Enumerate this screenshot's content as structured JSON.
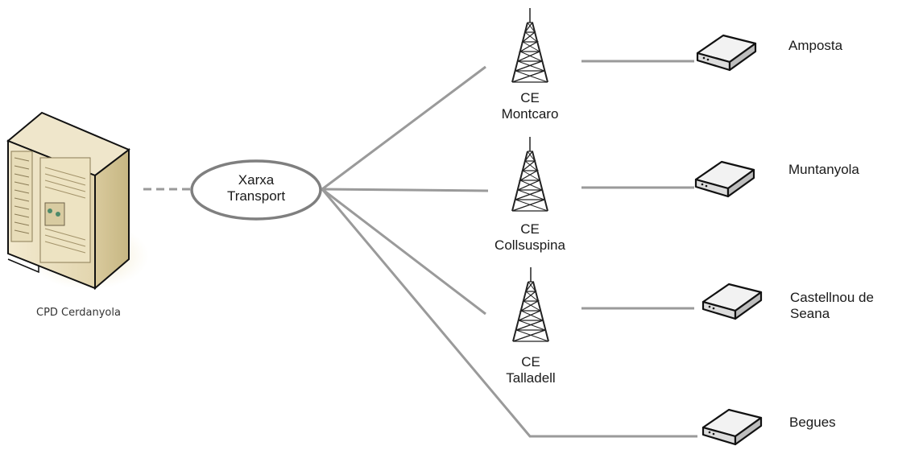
{
  "server": {
    "label": "CPD Cerdanyola",
    "icon": "server-tower-icon"
  },
  "network": {
    "line1": "Xarxa",
    "line2": "Transport"
  },
  "centers": [
    {
      "line1": "CE",
      "line2": "Montcaro",
      "icon": "radio-tower-icon"
    },
    {
      "line1": "CE",
      "line2": "Collsuspina",
      "icon": "radio-tower-icon"
    },
    {
      "line1": "CE",
      "line2": "Talladell",
      "icon": "radio-tower-icon"
    }
  ],
  "sites": [
    {
      "line1": "Amposta",
      "line2": "",
      "icon": "router-device-icon"
    },
    {
      "line1": "Muntanyola",
      "line2": "",
      "icon": "router-device-icon"
    },
    {
      "line1": "Castellnou de",
      "line2": "Seana",
      "icon": "router-device-icon"
    },
    {
      "line1": "Begues",
      "line2": "",
      "icon": "router-device-icon"
    }
  ],
  "colors": {
    "line": "#9a9a9a",
    "ellipse": "#7f7f7f",
    "text": "#1a1a1a"
  }
}
